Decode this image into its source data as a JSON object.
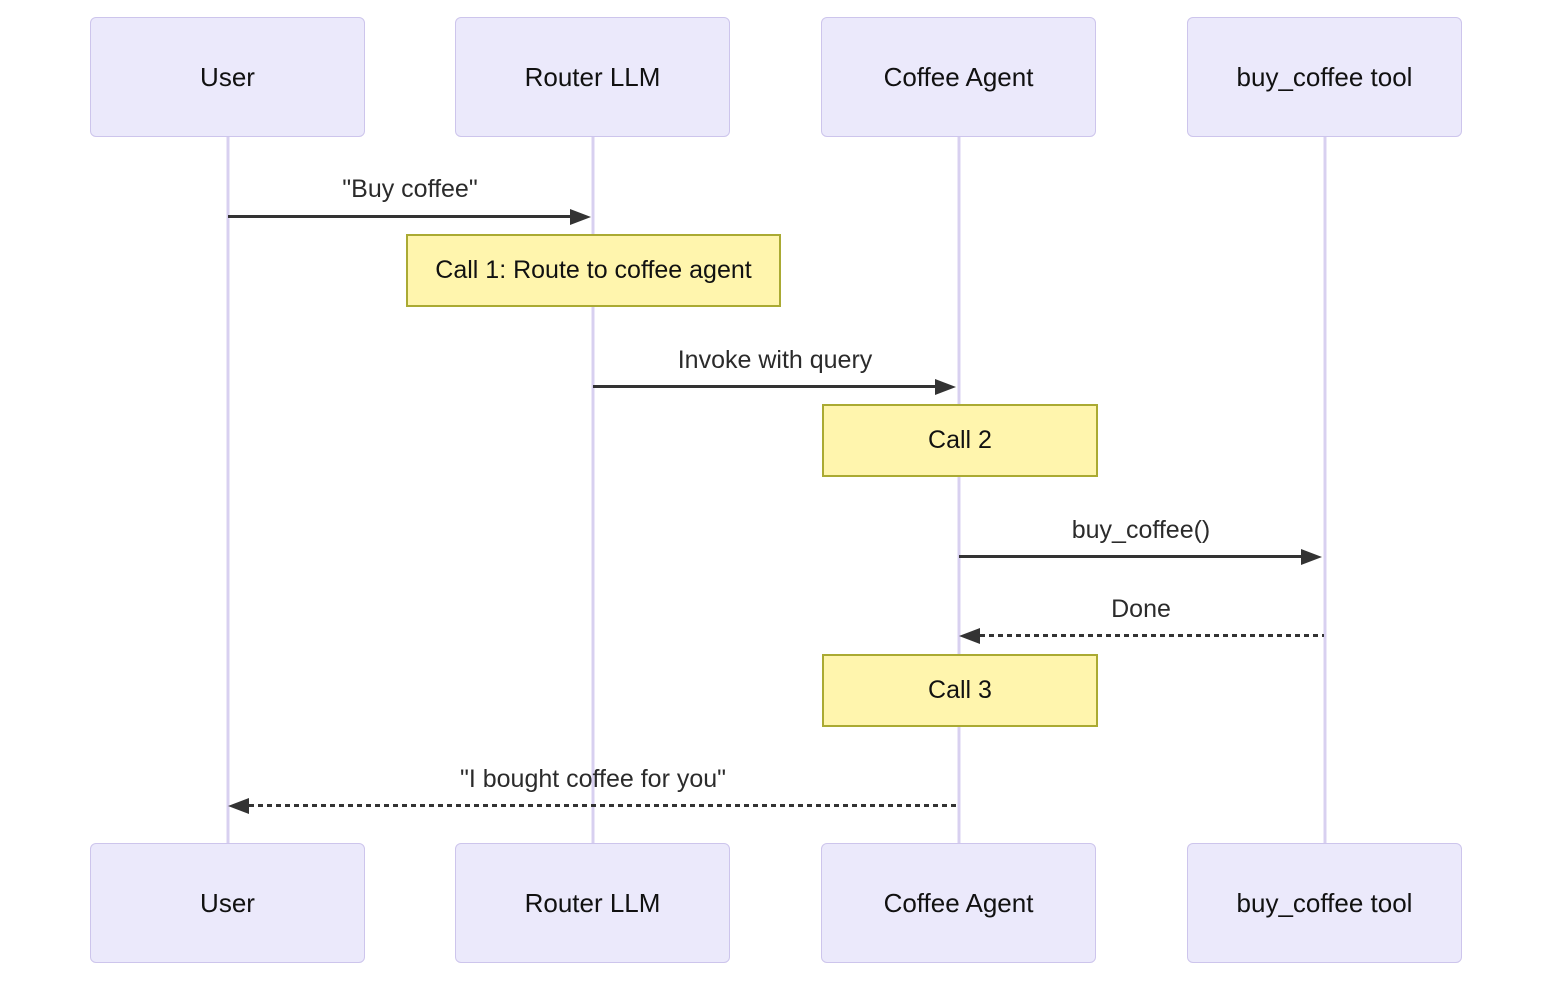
{
  "diagram": {
    "kind": "sequence-diagram",
    "actors": [
      {
        "id": "user",
        "label": "User"
      },
      {
        "id": "router-llm",
        "label": "Router LLM"
      },
      {
        "id": "coffee-agent",
        "label": "Coffee Agent"
      },
      {
        "id": "buy-coffee-tool",
        "label": "buy_coffee tool"
      }
    ],
    "messages": [
      {
        "from": "User",
        "to": "Router LLM",
        "label": "\"Buy coffee\"",
        "line": "solid",
        "direction": "right"
      },
      {
        "from": "Router LLM",
        "to": "Coffee Agent",
        "label": "Invoke with query",
        "line": "solid",
        "direction": "right"
      },
      {
        "from": "Coffee Agent",
        "to": "buy_coffee tool",
        "label": "buy_coffee()",
        "line": "solid",
        "direction": "right"
      },
      {
        "from": "buy_coffee tool",
        "to": "Coffee Agent",
        "label": "Done",
        "line": "dashed",
        "direction": "left"
      },
      {
        "from": "Coffee Agent",
        "to": "User",
        "label": "\"I bought coffee for you\"",
        "line": "dashed",
        "direction": "left"
      }
    ],
    "notes": [
      {
        "over": "Router LLM",
        "label": "Call 1: Route to coffee agent"
      },
      {
        "over": "Coffee Agent",
        "label": "Call 2"
      },
      {
        "over": "Coffee Agent",
        "label": "Call 3"
      }
    ],
    "colors": {
      "background": "#ffffff",
      "actor_fill": "#ebe9fb",
      "actor_border": "#cdc5ec",
      "lifeline": "#d8d0f0",
      "note_fill": "#fff5ad",
      "note_border": "#aaaa33",
      "message_line": "#333333",
      "text": "#111111"
    }
  }
}
